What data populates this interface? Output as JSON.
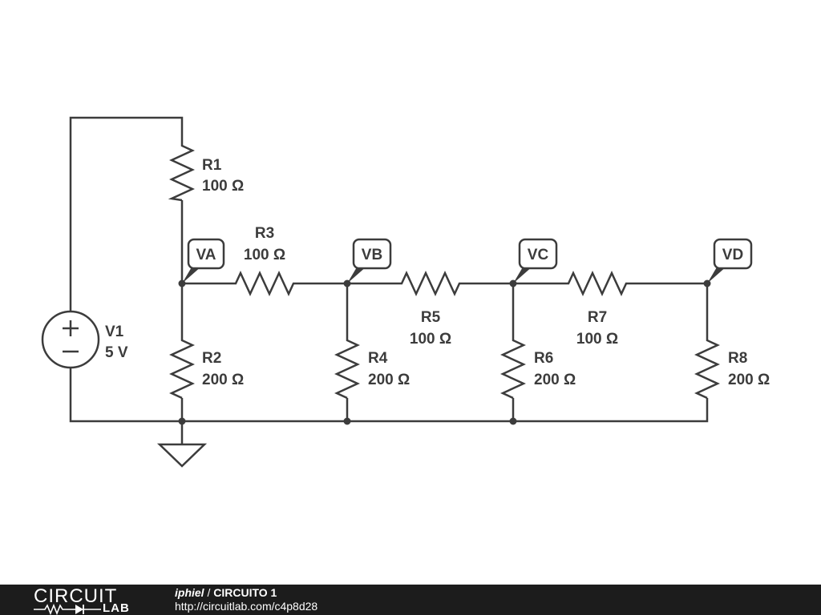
{
  "circuit": {
    "source": {
      "name": "V1",
      "value": "5 V",
      "plus": "+",
      "minus": "−"
    },
    "resistors": [
      {
        "id": "r1",
        "name": "R1",
        "value": "100 Ω"
      },
      {
        "id": "r2",
        "name": "R2",
        "value": "200 Ω"
      },
      {
        "id": "r3",
        "name": "R3",
        "value": "100 Ω"
      },
      {
        "id": "r4",
        "name": "R4",
        "value": "200 Ω"
      },
      {
        "id": "r5",
        "name": "R5",
        "value": "100 Ω"
      },
      {
        "id": "r6",
        "name": "R6",
        "value": "200 Ω"
      },
      {
        "id": "r7",
        "name": "R7",
        "value": "100 Ω"
      },
      {
        "id": "r8",
        "name": "R8",
        "value": "200 Ω"
      }
    ],
    "probes": [
      "VA",
      "VB",
      "VC",
      "VD"
    ]
  },
  "footer": {
    "logo_word": "CIRCUIT",
    "logo_lab": "LAB",
    "author": "iphiel",
    "separator": " / ",
    "title": "CIRCUITO 1",
    "url": "http://circuitlab.com/c4p8d28"
  },
  "colors": {
    "wire": "#3c3c3c",
    "footer_bg": "#1c1c1c",
    "background": "#ffffff"
  }
}
